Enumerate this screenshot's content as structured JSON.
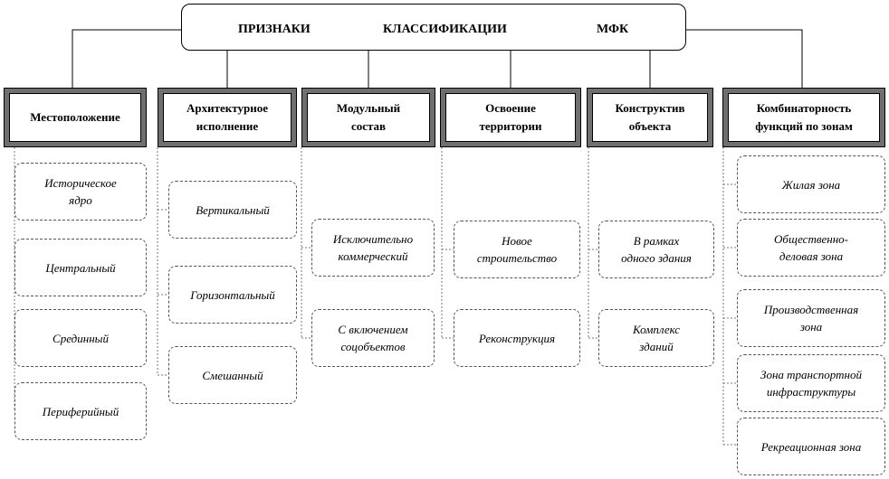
{
  "title": {
    "words": [
      "ПРИЗНАКИ",
      "КЛАССИФИКАЦИИ",
      "МФК"
    ]
  },
  "categories": [
    {
      "label": "Местоположение",
      "items": [
        "Историческое\nядро",
        "Центральный",
        "Срединный",
        "Периферийный"
      ]
    },
    {
      "label": "Архитектурное\nисполнение",
      "items": [
        "Вертикальный",
        "Горизонтальный",
        "Смешанный"
      ]
    },
    {
      "label": "Модульный\nсостав",
      "items": [
        "Исключительно\nкоммерческий",
        "С включением\nсоцобъектов"
      ]
    },
    {
      "label": "Освоение\nтерритории",
      "items": [
        "Новое\nстроительство",
        "Реконструкция"
      ]
    },
    {
      "label": "Конструктив\nобъекта",
      "items": [
        "В рамках\nодного здания",
        "Комплекс\nзданий"
      ]
    },
    {
      "label": "Комбинаторность\nфункций по зонам",
      "items": [
        "Жилая зона",
        "Общественно-\nделовая зона",
        "Производственная\nзона",
        "Зона транспортной\nинфраструктуры",
        "Рекреационная зона"
      ]
    }
  ]
}
